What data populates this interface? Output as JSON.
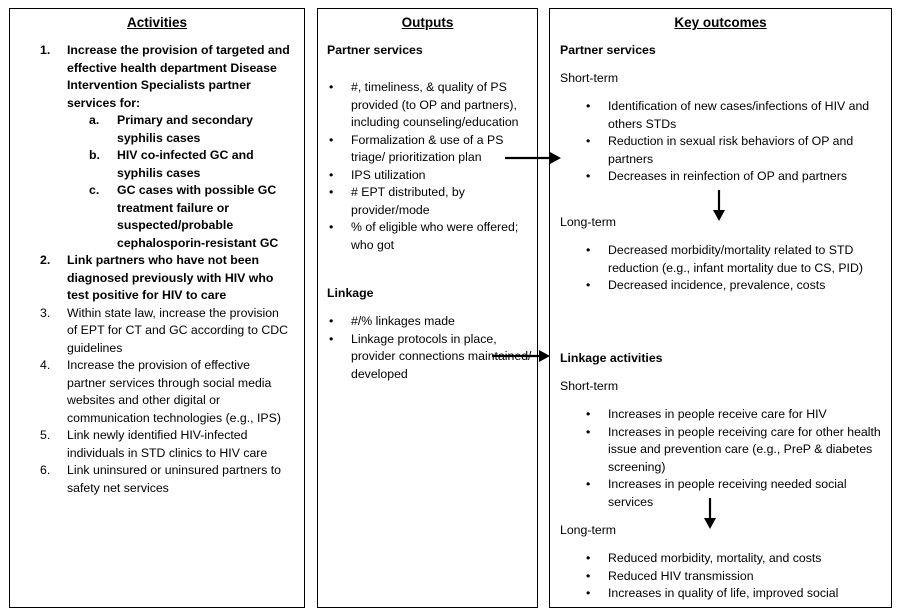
{
  "activities": {
    "title": "Activities",
    "items": [
      {
        "num": "1.",
        "text": "Increase the provision of targeted and effective health department Disease Intervention Specialists partner services for:",
        "bold": true,
        "sub": [
          {
            "letter": "a.",
            "text": "Primary and secondary syphilis cases"
          },
          {
            "letter": "b.",
            "text": "HIV co-infected GC and syphilis cases"
          },
          {
            "letter": "c.",
            "text": "GC cases with possible GC treatment failure or suspected/probable cephalosporin-resistant GC"
          }
        ]
      },
      {
        "num": "2.",
        "text": "Link partners who have not been diagnosed previously with HIV who test positive for HIV to care",
        "bold": true
      },
      {
        "num": "3.",
        "text": "Within state law, increase the provision of EPT for CT and GC according to CDC guidelines",
        "bold": false
      },
      {
        "num": "4.",
        "text": "Increase the provision of effective partner services through social media websites and other digital or communication technologies (e.g., IPS)",
        "bold": false
      },
      {
        "num": "5.",
        "text": "Link newly identified HIV-infected individuals in STD clinics to HIV care",
        "bold": false
      },
      {
        "num": "6.",
        "text": "Link uninsured or uninsured partners to safety net services",
        "bold": false
      }
    ]
  },
  "outputs": {
    "title": "Outputs",
    "partner_heading": "Partner services",
    "partner_items": [
      "#, timeliness, & quality of PS provided (to OP and partners), including counseling/education",
      "Formalization & use of a PS triage/ prioritization plan",
      "IPS utilization",
      "# EPT distributed, by provider/mode",
      "% of eligible who were offered; who got"
    ],
    "linkage_heading": "Linkage",
    "linkage_items": [
      "#/% linkages made",
      "Linkage protocols in place, provider connections maintained/ developed"
    ]
  },
  "outcomes": {
    "title": "Key outcomes",
    "partner_heading": "Partner services",
    "partner_short_label": "Short-term",
    "partner_short_items": [
      "Identification of new cases/infections of HIV and others STDs",
      "Reduction in sexual risk behaviors of OP and partners",
      "Decreases in reinfection of OP and partners"
    ],
    "partner_long_label": "Long-term",
    "partner_long_items": [
      "Decreased morbidity/mortality related to STD reduction (e.g., infant mortality due to CS, PID)",
      "Decreased incidence, prevalence, costs"
    ],
    "linkage_heading": "Linkage activities",
    "linkage_short_label": "Short-term",
    "linkage_short_items": [
      "Increases in people receive care for HIV",
      "Increases in people receiving care for other health issue and prevention care (e.g., PreP & diabetes screening)",
      "Increases in people receiving needed social services"
    ],
    "linkage_long_label": "Long-term",
    "linkage_long_items": [
      "Reduced morbidity, mortality, and costs",
      "Reduced HIV transmission",
      "Increases in quality of life, improved social"
    ]
  }
}
